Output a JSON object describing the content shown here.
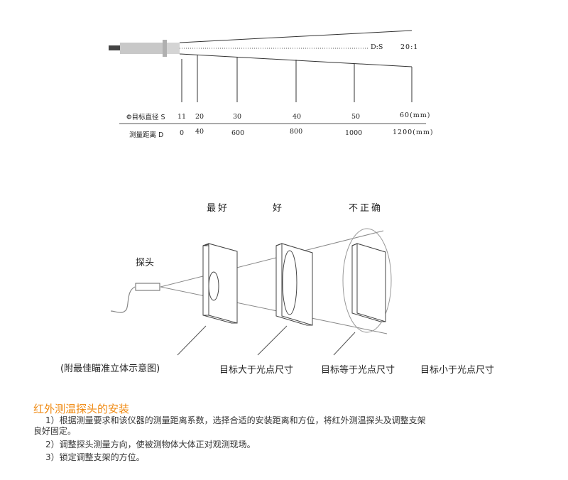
{
  "top_diagram": {
    "ratio_label": "D:S",
    "ratio_value": "20:1",
    "row1_label": "Φ目标直径 S",
    "row1_values": [
      "11",
      "20",
      "30",
      "40",
      "50",
      "60(mm)"
    ],
    "row2_label": "测量距离 D",
    "row2_values": [
      "0",
      "40",
      "600",
      "800",
      "1000",
      "1200(mm)"
    ]
  },
  "aim_diagram": {
    "col_labels": [
      "最好",
      "好",
      "不正确"
    ],
    "probe_label": "探头",
    "captions": [
      "(附最佳瞄准立体示意图)",
      "目标大于光点尺寸",
      "目标等于光点尺寸",
      "目标小于光点尺寸"
    ]
  },
  "install": {
    "title": "红外测温探头的安装",
    "steps": [
      "1）根据测量要求和该仪器的测量距离系数，选择合适的安装距离和方位，将红外测温探头及调整支架",
      "良好固定。",
      "2）调整探头测量方向，使被测物体大体正对观测现场。",
      "3）锁定调整支架的方位。"
    ]
  }
}
